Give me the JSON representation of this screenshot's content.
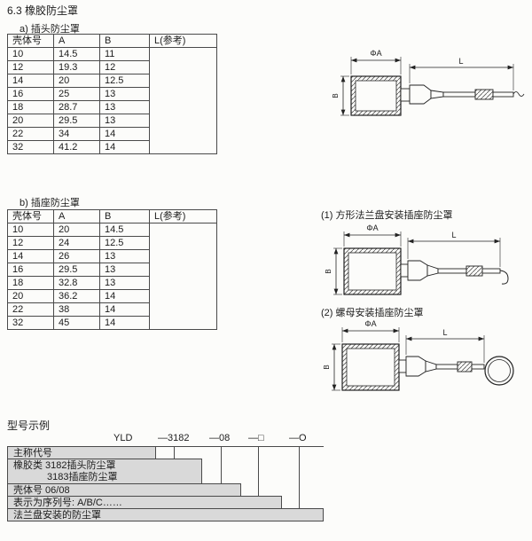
{
  "title": "6.3  橡胶防尘罩",
  "section_a": {
    "label": "a) 插头防尘罩",
    "table": {
      "headers": [
        "壳体号",
        "A",
        "B",
        "L(参考)"
      ],
      "rows": [
        [
          "10",
          "14.5",
          "11"
        ],
        [
          "12",
          "19.3",
          "12"
        ],
        [
          "14",
          "20",
          "12.5"
        ],
        [
          "16",
          "25",
          "13"
        ],
        [
          "18",
          "28.7",
          "13"
        ],
        [
          "20",
          "29.5",
          "13"
        ],
        [
          "22",
          "34",
          "14"
        ],
        [
          "32",
          "41.2",
          "14"
        ]
      ]
    },
    "diagram": {
      "phi_a": "ΦA",
      "b": "B",
      "l": "L"
    }
  },
  "section_b": {
    "label": "b) 插座防尘罩",
    "table": {
      "headers": [
        "壳体号",
        "A",
        "B",
        "L(参考)"
      ],
      "rows": [
        [
          "10",
          "20",
          "14.5"
        ],
        [
          "12",
          "24",
          "12.5"
        ],
        [
          "14",
          "26",
          "13"
        ],
        [
          "16",
          "29.5",
          "13"
        ],
        [
          "18",
          "32.8",
          "13"
        ],
        [
          "20",
          "36.2",
          "14"
        ],
        [
          "22",
          "38",
          "14"
        ],
        [
          "32",
          "45",
          "14"
        ]
      ]
    },
    "diagram1": {
      "label": "(1) 方形法兰盘安装插座防尘罩",
      "phi_a": "ΦA",
      "b": "B",
      "l": "L"
    },
    "diagram2": {
      "label": "(2) 螺母安装插座防尘罩",
      "phi_a": "ΦA",
      "b": "B",
      "l": "L"
    }
  },
  "model_example": {
    "title": "型号示例",
    "codes": [
      "YLD",
      "—3182",
      "—08",
      "—□",
      "—O"
    ],
    "rows": [
      {
        "label": "主称代号"
      },
      {
        "label": "橡胶类 3182插头防尘罩",
        "label2": "3183插座防尘罩"
      },
      {
        "label": "壳体号 06/08"
      },
      {
        "label": "表示为序列号: A/B/C……"
      },
      {
        "label": "法兰盘安装的防尘罩"
      }
    ]
  }
}
